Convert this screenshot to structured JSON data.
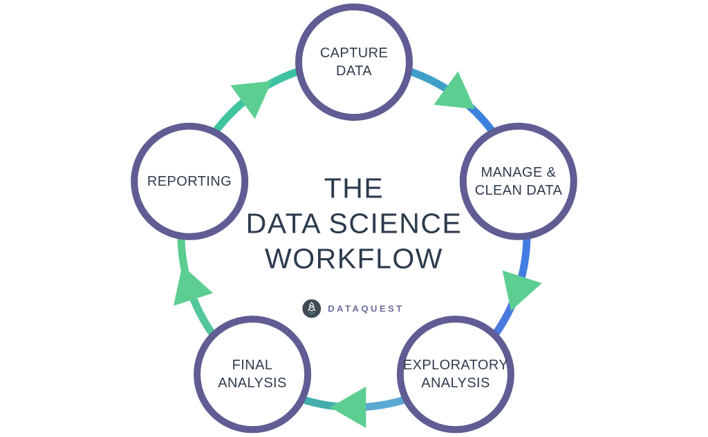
{
  "title": {
    "line1": "THE",
    "line2": "DATA SCIENCE",
    "line3": "WORKFLOW"
  },
  "logo": {
    "text": "DATAQUEST"
  },
  "nodes": [
    {
      "line1": "CAPTURE",
      "line2": "DATA"
    },
    {
      "line1": "MANAGE &",
      "line2": "CLEAN DATA"
    },
    {
      "line1": "EXPLORATORY",
      "line2": "ANALYSIS"
    },
    {
      "line1": "FINAL",
      "line2": "ANALYSIS"
    },
    {
      "line1": "REPORTING"
    }
  ],
  "colors": {
    "background": "#ffffff",
    "node_border": "#5f5d93",
    "node_fill": "#ffffff",
    "label_text": "#2f3c4c",
    "title_text": "#2c3a4d",
    "arrow": "#5dce91",
    "ring_segments": [
      "#3f9fc9",
      "#3c82dc",
      "#437de2",
      "#4b7ade",
      "#5ca9d4",
      "#43aeab",
      "#52c797",
      "#5bcc90",
      "#3fc49e",
      "#3cc2a3"
    ],
    "logo_circle": "#3f4a55",
    "logo_text": "#696b9b",
    "logo_flame": "#5dce91"
  }
}
